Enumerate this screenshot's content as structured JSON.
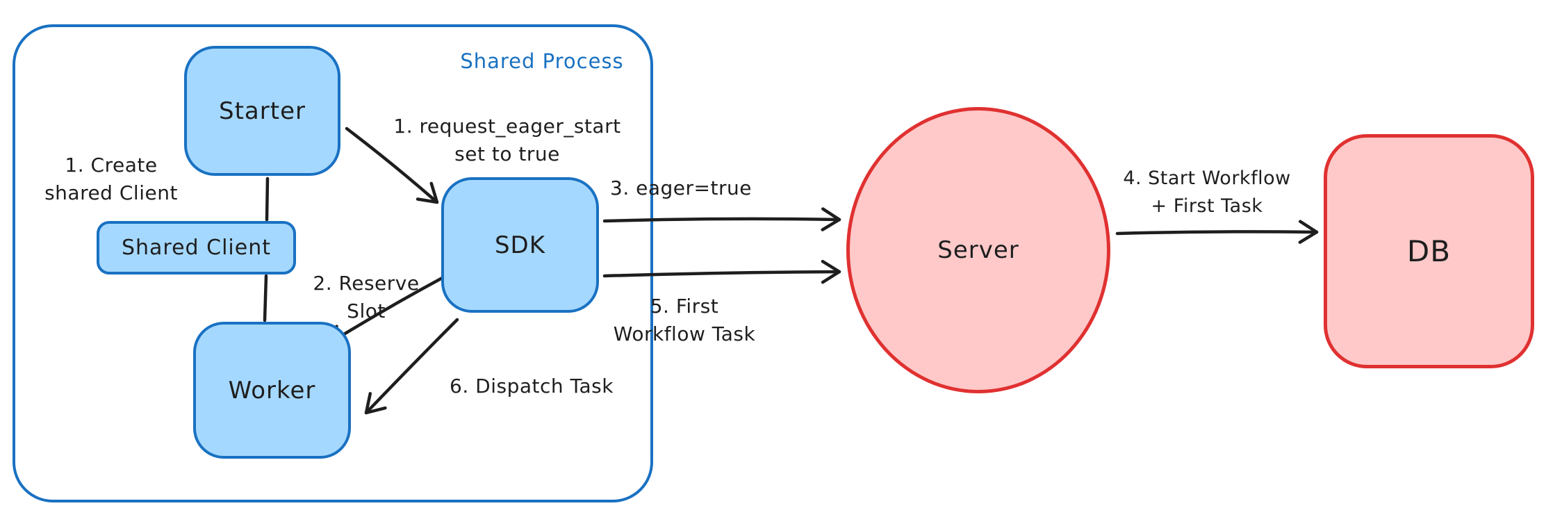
{
  "diagram_title": "Shared Process eager workflow start diagram",
  "colors": {
    "blue_stroke": "#1971c2",
    "blue_fill": "#a5d8ff",
    "red_stroke": "#e03131",
    "red_fill": "#ffc9c9",
    "ink": "#1e1e1e",
    "background": "#ffffff"
  },
  "shared_process": {
    "label": "Shared Process"
  },
  "nodes": {
    "starter": {
      "label": "Starter"
    },
    "shared_client": {
      "label": "Shared Client"
    },
    "worker": {
      "label": "Worker"
    },
    "sdk": {
      "label": "SDK"
    },
    "server": {
      "label": "Server"
    },
    "db": {
      "label": "DB"
    }
  },
  "annotations": {
    "create_shared_client": {
      "line1": "1. Create",
      "line2": "shared Client"
    },
    "request_eager_start": {
      "line1": "1. request_eager_start",
      "line2": "set to true"
    },
    "reserve_slot": {
      "line1": "2. Reserve",
      "line2": "Slot"
    },
    "eager_true": {
      "text": "3. eager=true"
    },
    "start_workflow": {
      "line1": "4. Start Workflow",
      "line2": "+ First Task"
    },
    "first_workflow_task": {
      "line1": "5. First",
      "line2": "Workflow Task"
    },
    "dispatch_task": {
      "text": "6. Dispatch Task"
    }
  }
}
